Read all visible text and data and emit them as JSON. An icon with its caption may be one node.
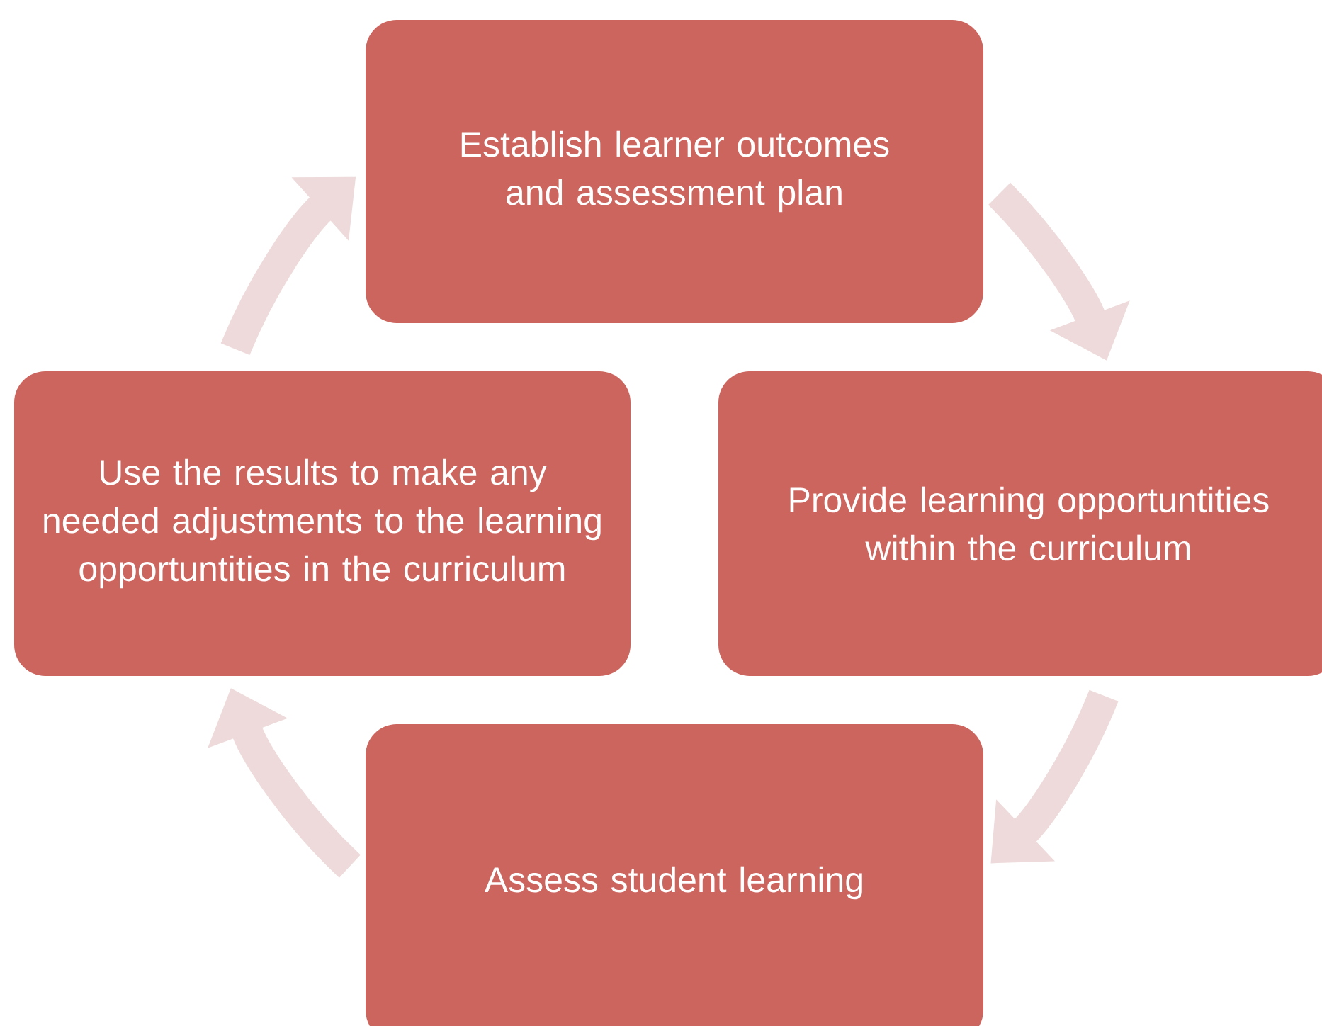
{
  "diagram": {
    "nodes": [
      {
        "text": [
          "Establish learner outcomes and assessment plan"
        ]
      },
      {
        "text": [
          "Provide learning opportuntities within the curriculum"
        ]
      },
      {
        "text": [
          "Assess student learning"
        ]
      },
      {
        "text": [
          "Use the results to make any needed adjustments to the learning opportuntities in the curriculum"
        ]
      }
    ],
    "edges": [
      {
        "from": 0,
        "to": 1,
        "arrow": "to"
      },
      {
        "from": 1,
        "to": 2,
        "arrow": "to"
      },
      {
        "from": 2,
        "to": 3,
        "arrow": "to"
      },
      {
        "from": 3,
        "to": 0,
        "arrow": "to"
      }
    ]
  }
}
